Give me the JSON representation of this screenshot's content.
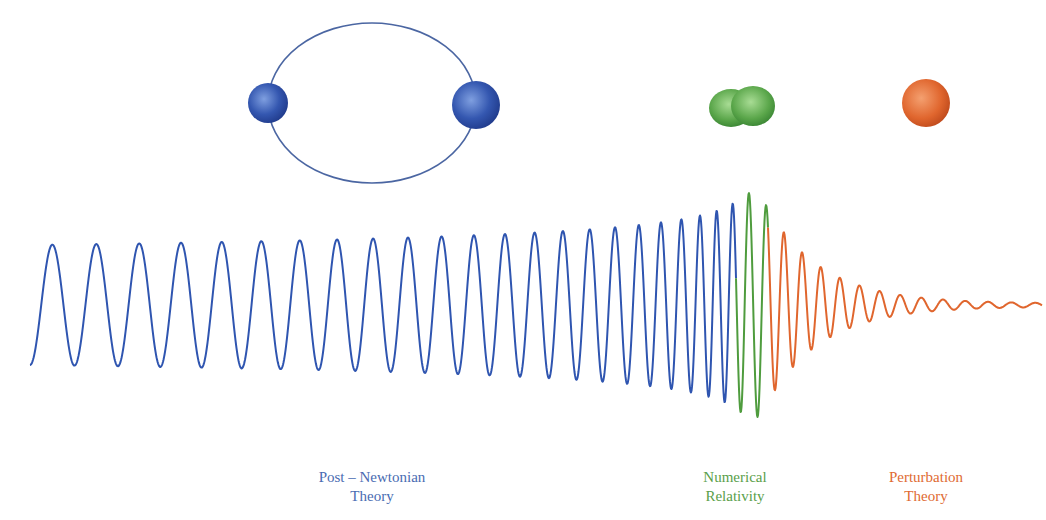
{
  "diagram": {
    "labels": [
      "Post – Newtonian Theory",
      "Numerical Relativity",
      "Perturbation Theory"
    ]
  }
}
